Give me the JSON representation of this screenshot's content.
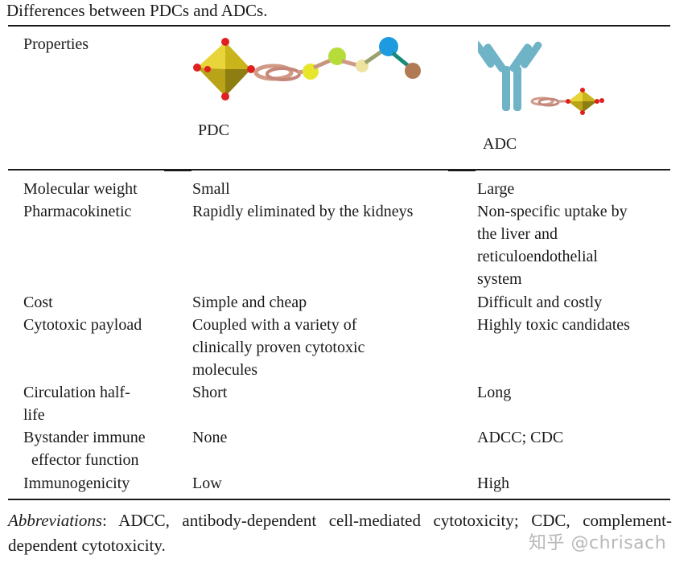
{
  "caption": "Differences between PDCs and ADCs.",
  "header": {
    "properties": "Properties",
    "pdc": "PDC",
    "adc": "ADC"
  },
  "rows": [
    {
      "property": "Molecular weight",
      "pdc": "Small",
      "adc": "Large"
    },
    {
      "property": "Pharmacokinetic",
      "pdc": "Rapidly eliminated by the kidneys",
      "adc": "Non-specific uptake by\nthe liver and\nreticuloendothelial\nsystem"
    },
    {
      "property": "Cost",
      "pdc": "Simple and cheap",
      "adc": "Difficult and costly"
    },
    {
      "property": "Cytotoxic payload",
      "pdc": "Coupled with a variety of\nclinically proven cytotoxic\nmolecules",
      "adc": "Highly toxic candidates"
    },
    {
      "property": "Circulation half-\nlife",
      "pdc": "Short",
      "adc": "Long"
    },
    {
      "property": "Bystander immune\n  effector function",
      "pdc": "None",
      "adc": "ADCC; CDC"
    },
    {
      "property": "Immunogenicity",
      "pdc": "Low",
      "adc": "High"
    }
  ],
  "footnote": {
    "label": "Abbreviations",
    "text": ": ADCC, antibody-dependent cell-mediated cytotoxicity; CDC, complement-dependent cytotoxicity."
  },
  "watermark": "知乎 @chrisach",
  "colors": {
    "payload_yellow": "#d8c21a",
    "linker": "#d19a86",
    "antibody": "#6fb3c7",
    "node_red": "#e02020",
    "green_ball": "#b6dc3a",
    "blue_ball": "#1e9be0",
    "brown_ball": "#b07a55"
  }
}
